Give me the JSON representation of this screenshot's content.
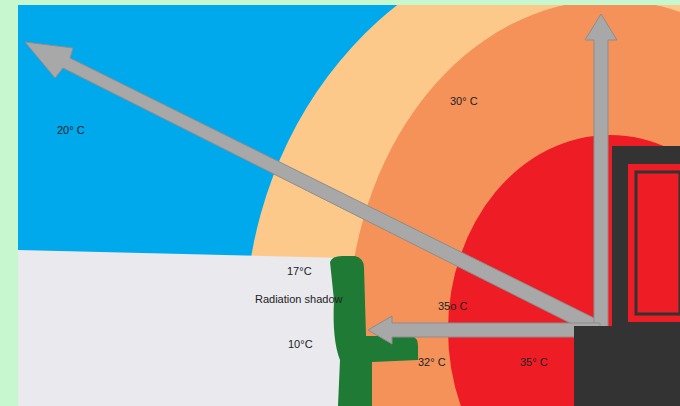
{
  "diagram": {
    "labels": [
      "20° C",
      "30° C",
      "17°C",
      "Radiation shadow",
      "10°C",
      "35o C",
      "32° C",
      "35° C"
    ]
  }
}
